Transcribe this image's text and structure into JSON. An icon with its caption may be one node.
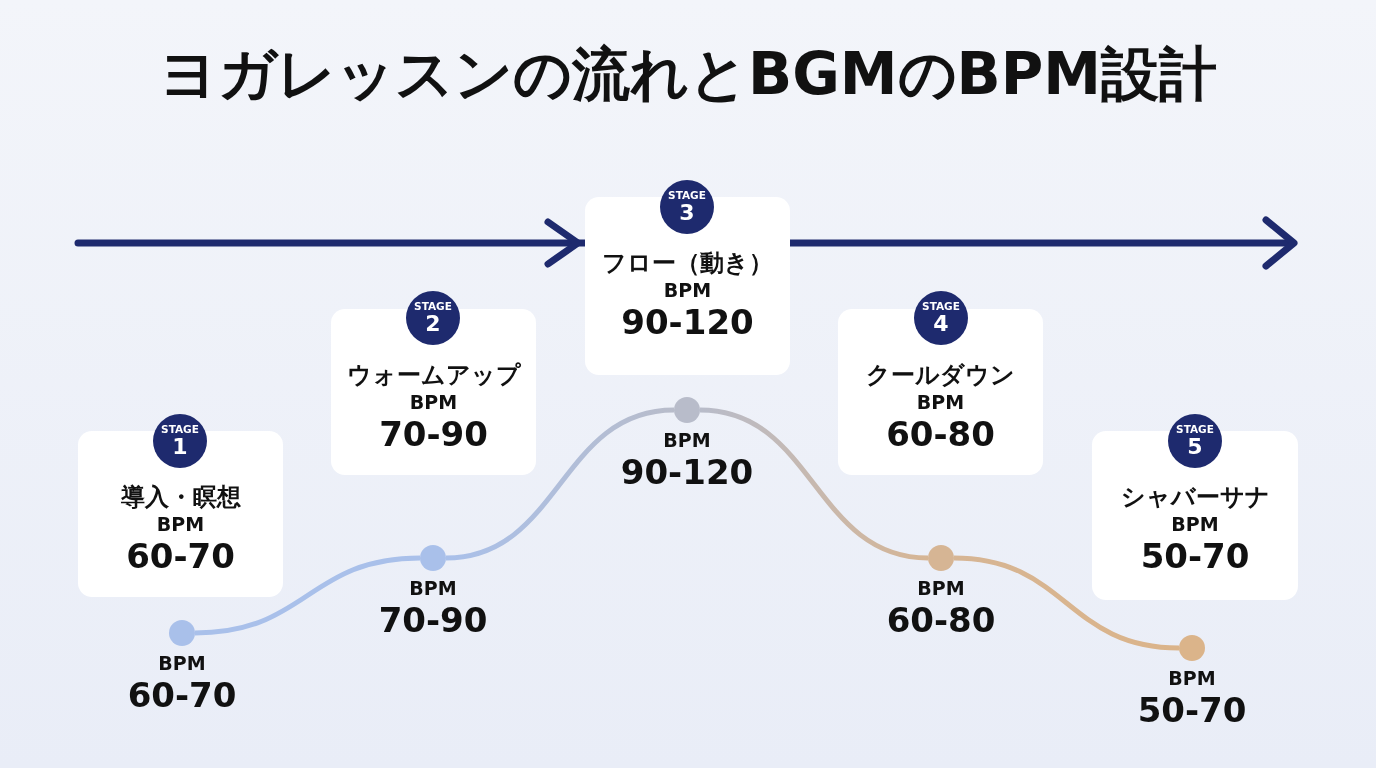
{
  "diagram": {
    "title": "ヨガレッスンの流れとBGMのBPM設計",
    "nodes": [
      {
        "text": [
          "STAGE",
          "1"
        ]
      },
      {
        "text": [
          "導入・瞑想",
          "BPM",
          "60-70"
        ]
      },
      {
        "text": [
          "STAGE",
          "2"
        ]
      },
      {
        "text": [
          "ウォームアップ",
          "BPM",
          "70-90"
        ]
      },
      {
        "text": [
          "STAGE",
          "3"
        ]
      },
      {
        "text": [
          "フロー（動き）",
          "BPM",
          "90-120"
        ]
      },
      {
        "text": [
          "STAGE",
          "4"
        ]
      },
      {
        "text": [
          "クールダウン",
          "BPM",
          "60-80"
        ]
      },
      {
        "text": [
          "STAGE",
          "5"
        ]
      },
      {
        "text": [
          "シャバーサナ",
          "BPM",
          "50-70"
        ]
      },
      {
        "text": [],
        "shape": "circle",
        "beside": [
          "BPM",
          "60-70"
        ]
      },
      {
        "text": [],
        "shape": "circle",
        "beside": [
          "BPM",
          "70-90"
        ]
      },
      {
        "text": [],
        "shape": "circle",
        "beside": [
          "BPM",
          "90-120"
        ]
      },
      {
        "text": [],
        "shape": "circle",
        "beside": [
          "BPM",
          "60-80"
        ]
      },
      {
        "text": [],
        "shape": "circle",
        "beside": [
          "BPM",
          "50-70"
        ]
      }
    ],
    "edges": [
      {
        "from": 10,
        "to": 11,
        "arrow": "none"
      },
      {
        "from": 11,
        "to": 12,
        "arrow": "none"
      },
      {
        "from": 12,
        "to": 13,
        "arrow": "none"
      },
      {
        "from": 13,
        "to": 14,
        "arrow": "none"
      }
    ]
  }
}
